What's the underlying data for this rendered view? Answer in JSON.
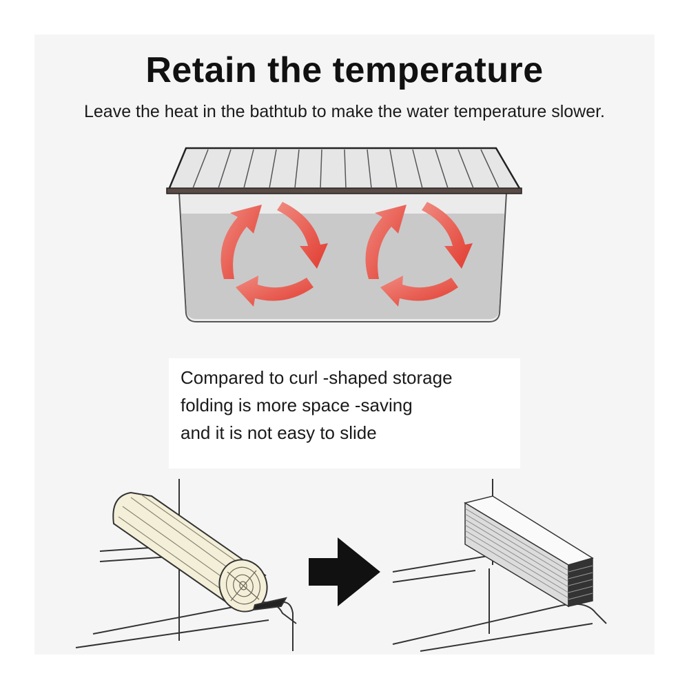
{
  "header": {
    "title": "Retain the temperature",
    "subtitle": "Leave the heat in the bathtub to make the water temperature slower."
  },
  "caption": {
    "lines": [
      "Compared to curl -shaped storage",
      "folding is more space -saving",
      "and it is not easy to slide"
    ]
  },
  "colors": {
    "arrow_red": "#e8463a",
    "water_gray": "#c9c9c9",
    "cover_gray": "#e6e6e6",
    "outline": "#333333",
    "rolled_cover": "#f3efd9",
    "background": "#f5f5f5"
  },
  "icons": {
    "circulation": "circular-arrows-icon",
    "direction": "right-arrow-icon"
  }
}
